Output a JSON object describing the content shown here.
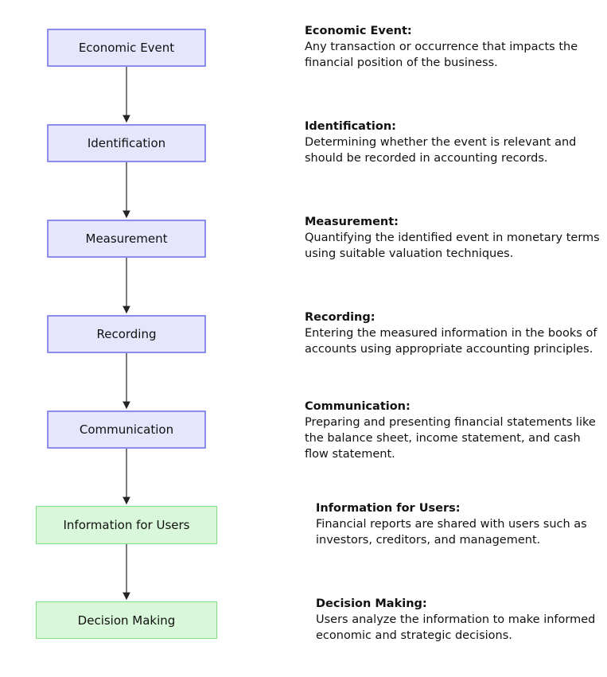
{
  "steps": [
    {
      "label": "Economic Event",
      "title": "Economic Event:",
      "desc": [
        "Any transaction or occurrence that impacts the",
        "financial position of the business."
      ]
    },
    {
      "label": "Identification",
      "title": "Identification:",
      "desc": [
        "Determining whether the event is relevant and",
        "should be recorded in accounting records."
      ]
    },
    {
      "label": "Measurement",
      "title": "Measurement:",
      "desc": [
        "Quantifying the identified event in monetary terms",
        "using suitable valuation techniques."
      ]
    },
    {
      "label": "Recording",
      "title": "Recording:",
      "desc": [
        "Entering the measured information in the books of",
        "accounts using appropriate accounting principles."
      ]
    },
    {
      "label": "Communication",
      "title": "Communication:",
      "desc": [
        "Preparing and presenting financial statements like",
        "the balance sheet, income statement, and cash",
        "flow statement."
      ]
    },
    {
      "label": "Information for Users",
      "title": "Information for Users:",
      "desc": [
        "Financial reports are shared with users such as",
        "investors, creditors, and management."
      ]
    },
    {
      "label": "Decision Making",
      "title": "Decision Making:",
      "desc": [
        "Users analyze the information to make informed",
        "economic and strategic decisions."
      ]
    }
  ],
  "colors": {
    "blue_fill": "#e5e5fb",
    "blue_border": "#8b8bf0",
    "green_fill": "#d9f8d9",
    "green_border": "#7ee27e"
  }
}
